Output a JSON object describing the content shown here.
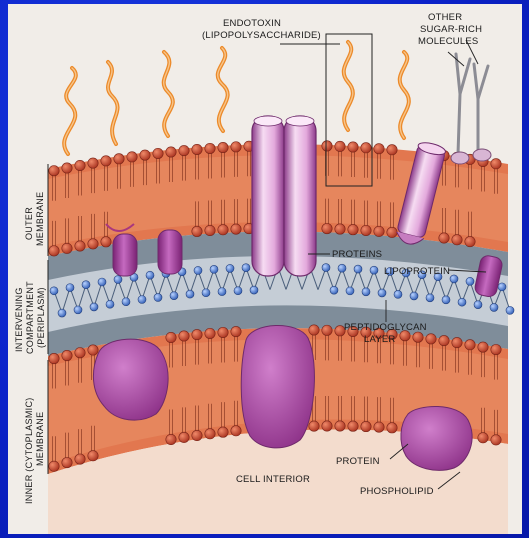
{
  "labels": {
    "endotoxin": "ENDOTOXIN",
    "endotoxin_sub": "(LIPOPOLYSACCHARIDE)",
    "other_1": "OTHER",
    "other_2": "SUGAR-RICH",
    "other_3": "MOLECULES",
    "proteins": "PROTEINS",
    "lipoprotein": "LIPOPROTEIN",
    "peptidoglycan_1": "PEPTIDOGLYCAN",
    "peptidoglycan_2": "LAYER",
    "protein": "PROTEIN",
    "cell_interior": "CELL INTERIOR",
    "phospholipid": "PHOSPHOLIPID"
  },
  "side_labels": {
    "outer_1": "OUTER",
    "outer_2": "MEMBRANE",
    "inter_1": "INTERVENING",
    "inter_2": "COMPARTMENT",
    "inter_3": "(PERIPLASM)",
    "inner_1": "INNER (CYTOPLASMIC)",
    "inner_2": "MEMBRANE"
  },
  "colors": {
    "slide_background": "#0b22c9",
    "panel": "#f1ede8",
    "membrane": "#e2774f",
    "lipid_head": "#c0402a",
    "protein": "#a23d9b",
    "protein_light": "#e9b6e2",
    "periplasm": "#7f8d9a",
    "peptidoglycan_node": "#3f6fc8",
    "sugar_chain": "#ec8a2a"
  }
}
